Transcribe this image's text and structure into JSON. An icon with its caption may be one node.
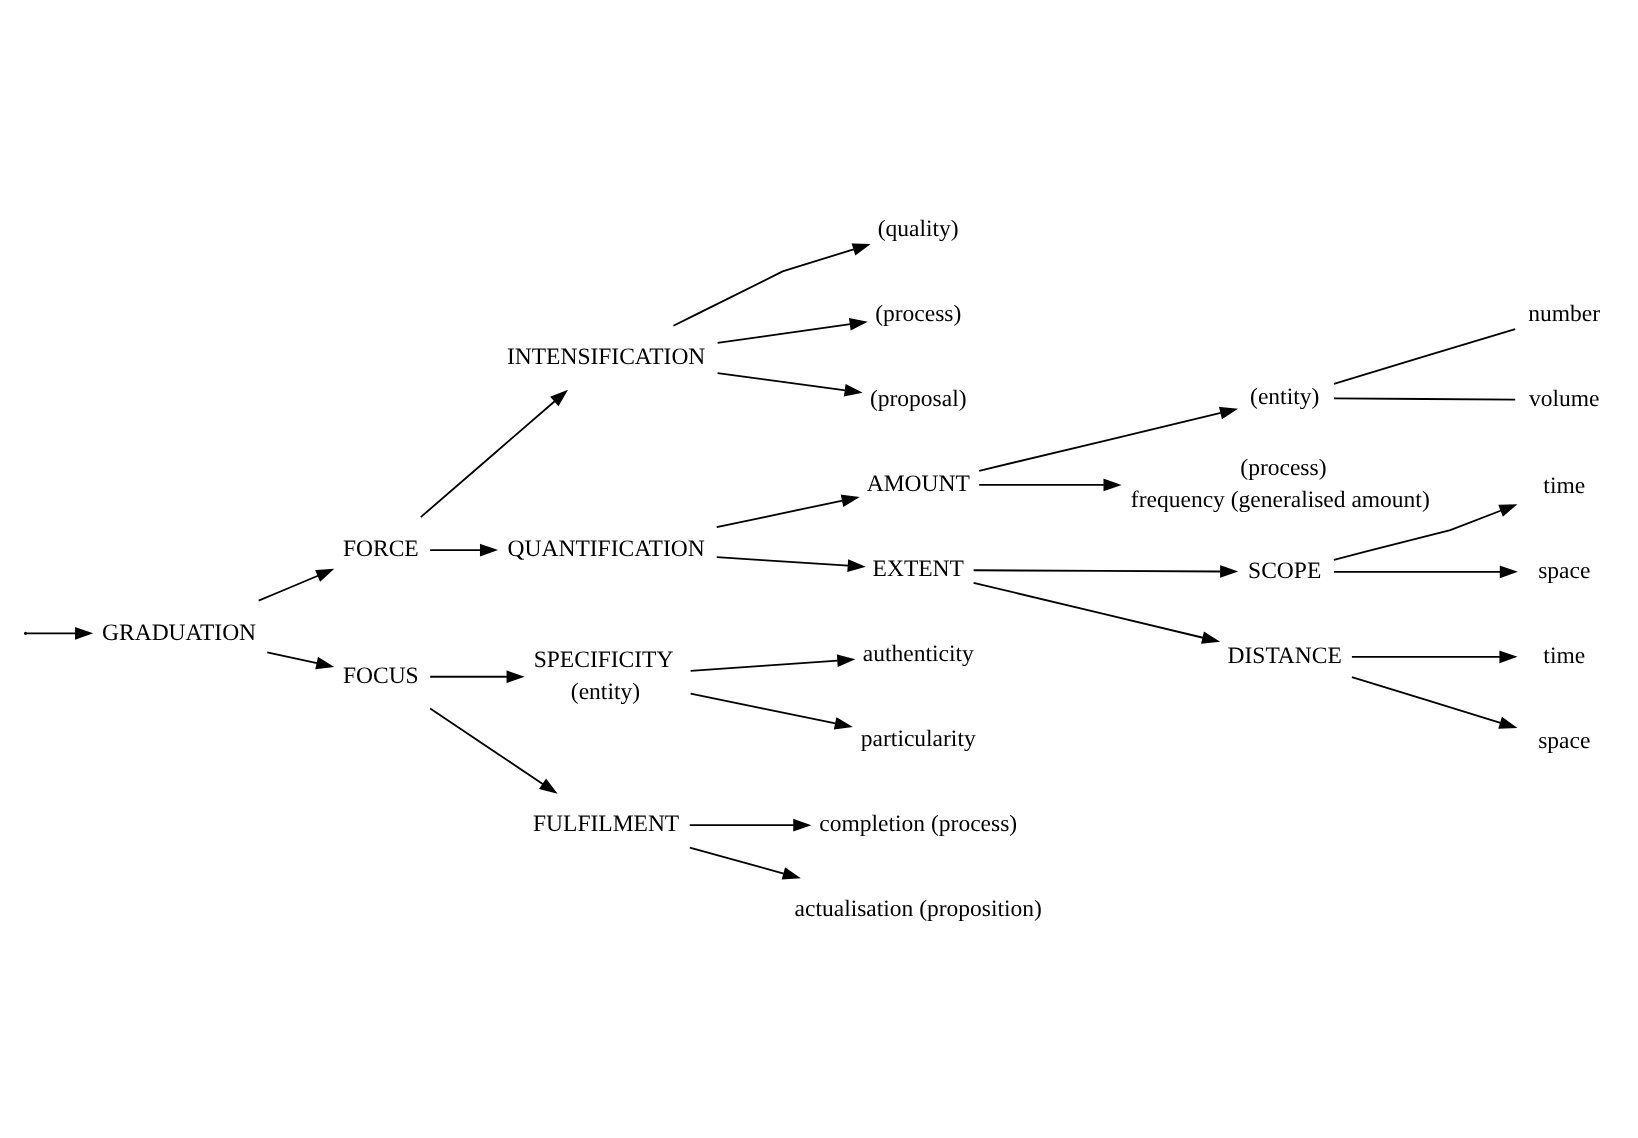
{
  "diagram": {
    "nodes": [
      {
        "text": [
          "GRADUATION"
        ]
      },
      {
        "text": [
          "FORCE"
        ]
      },
      {
        "text": [
          "INTENSIFICATION"
        ]
      },
      {
        "text": [
          "(quality)"
        ]
      },
      {
        "text": [
          "(process)"
        ]
      },
      {
        "text": [
          "(proposal)"
        ]
      },
      {
        "text": [
          "QUANTIFICATION"
        ]
      },
      {
        "text": [
          "AMOUNT"
        ]
      },
      {
        "text": [
          "(entity)"
        ]
      },
      {
        "text": [
          "number"
        ]
      },
      {
        "text": [
          "volume"
        ]
      },
      {
        "text": [
          "(process)"
        ],
        "beside": [
          "frequency (generalised amount)"
        ]
      },
      {
        "text": [
          "EXTENT"
        ]
      },
      {
        "text": [
          "SCOPE"
        ]
      },
      {
        "text": [
          "time"
        ]
      },
      {
        "text": [
          "space"
        ]
      },
      {
        "text": [
          "DISTANCE"
        ]
      },
      {
        "text": [
          "time"
        ]
      },
      {
        "text": [
          "space"
        ]
      },
      {
        "text": [
          "FOCUS"
        ]
      },
      {
        "text": [
          "SPECIFICITY"
        ],
        "beside": [
          "(entity)"
        ]
      },
      {
        "text": [
          "authenticity"
        ]
      },
      {
        "text": [
          "particularity"
        ]
      },
      {
        "text": [
          "FULFILMENT"
        ]
      },
      {
        "text": [
          "completion (process)"
        ]
      },
      {
        "text": [
          "actualisation (proposition)"
        ]
      }
    ],
    "edges": [
      {
        "from": null,
        "to": 0,
        "arrow": "to"
      },
      {
        "from": 0,
        "to": 1,
        "arrow": "to"
      },
      {
        "from": 0,
        "to": 19,
        "arrow": "to"
      },
      {
        "from": 1,
        "to": 2,
        "arrow": "to"
      },
      {
        "from": 1,
        "to": 6,
        "arrow": "to"
      },
      {
        "from": 2,
        "to": 3,
        "arrow": "to"
      },
      {
        "from": 2,
        "to": 4,
        "arrow": "to"
      },
      {
        "from": 2,
        "to": 5,
        "arrow": "to"
      },
      {
        "from": 6,
        "to": 7,
        "arrow": "to"
      },
      {
        "from": 6,
        "to": 12,
        "arrow": "to"
      },
      {
        "from": 7,
        "to": 8,
        "arrow": "to"
      },
      {
        "from": 7,
        "to": 11,
        "arrow": "to"
      },
      {
        "from": 8,
        "to": 9,
        "arrow": "none"
      },
      {
        "from": 8,
        "to": 10,
        "arrow": "none"
      },
      {
        "from": 12,
        "to": 13,
        "arrow": "to"
      },
      {
        "from": 12,
        "to": 16,
        "arrow": "to"
      },
      {
        "from": 13,
        "to": 14,
        "arrow": "to"
      },
      {
        "from": 13,
        "to": 15,
        "arrow": "to"
      },
      {
        "from": 16,
        "to": 17,
        "arrow": "to"
      },
      {
        "from": 16,
        "to": 18,
        "arrow": "to"
      },
      {
        "from": 19,
        "to": 20,
        "arrow": "to"
      },
      {
        "from": 19,
        "to": 23,
        "arrow": "to"
      },
      {
        "from": 20,
        "to": 21,
        "arrow": "to"
      },
      {
        "from": 20,
        "to": 22,
        "arrow": "to"
      },
      {
        "from": 23,
        "to": 24,
        "arrow": "to"
      },
      {
        "from": 23,
        "to": 25,
        "arrow": "to"
      }
    ]
  }
}
